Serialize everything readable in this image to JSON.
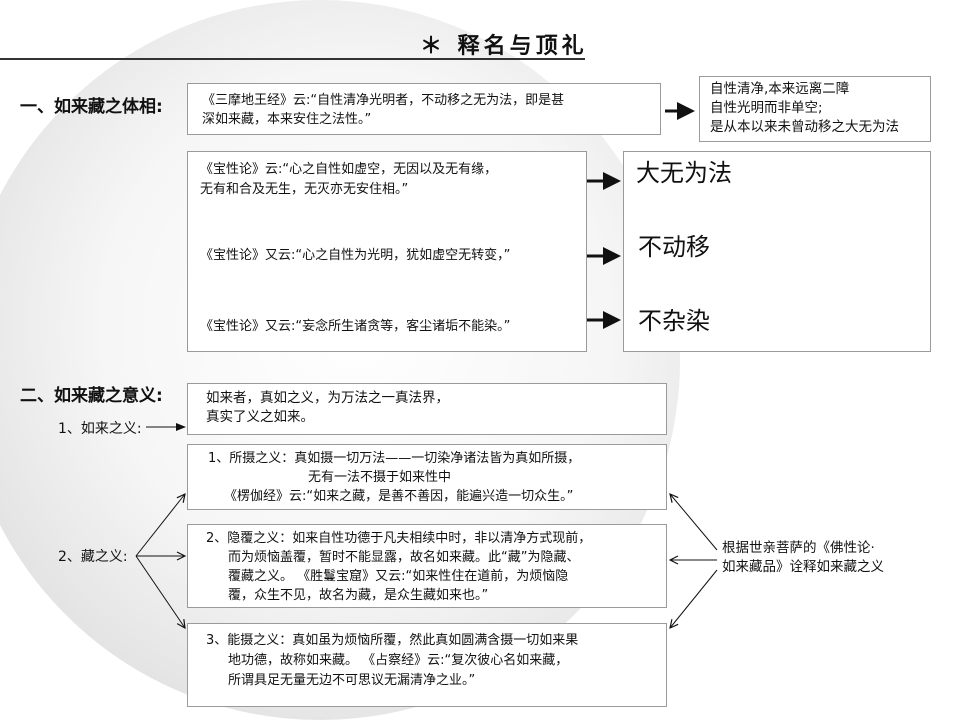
{
  "title": "＊ 释名与顶礼",
  "section1": {
    "heading": "一、如来藏之体相:",
    "quote1": {
      "lines": [
        "《三摩地王经》云:“自性清净光明者，不动移之无为法，即是甚",
        "深如来藏，本来安住之法性。”"
      ]
    },
    "summary": {
      "lines": [
        "自性清净,本来远离二障",
        "自性光明而非单空;",
        "是从本以来未曾动移之大无为法"
      ]
    },
    "quotes": [
      "《宝性论》云:“心之自性如虚空，无因以及无有缘，",
      "无有和合及无生，无灭亦无安住相。”",
      "《宝性论》又云:“心之自性为光明，犹如虚空无转变，”",
      "《宝性论》又云:“妄念所生诸贪等，客尘诸垢不能染。”"
    ],
    "results": [
      "大无为法",
      "不动移",
      "不杂染"
    ]
  },
  "section2": {
    "heading": "二、如来藏之意义:",
    "label1": "1、如来之义:",
    "box1": {
      "lines": [
        "如来者，真如之义，为万法之一真法界，",
        "真实了义之如来。"
      ]
    },
    "label2": "2、藏之义:",
    "item1": {
      "lines": [
        "1、所摄之义：真如摄一切万法——一切染净诸法皆为真如所摄，",
        "无有一法不摄于如来性中",
        "《楞伽经》云:“如来之藏，是善不善因，能遍兴造一切众生。”"
      ]
    },
    "item2": {
      "lines": [
        "2、隐覆之义：如来自性功德于凡夫相续中时，非以清净方式现前，",
        "而为烦恼盖覆，暂时不能显露，故名如来藏。此“藏”为隐藏、",
        "覆藏之义。 《胜鬘宝窟》又云:“如来性住在道前，为烦恼隐",
        "覆，众生不见，故名为藏，是众生藏如来也。”"
      ]
    },
    "item3": {
      "lines": [
        "3、能摄之义：真如虽为烦恼所覆，然此真如圆满含摄一切如来果",
        "地功德，故称如来藏。 《占察经》云:“复次彼心名如来藏，",
        "所谓具足无量无边不可思议无漏清净之业。”"
      ]
    },
    "source": {
      "lines": [
        "根据世亲菩萨的《佛性论·",
        "如来藏品》诠释如来藏之义"
      ]
    }
  }
}
